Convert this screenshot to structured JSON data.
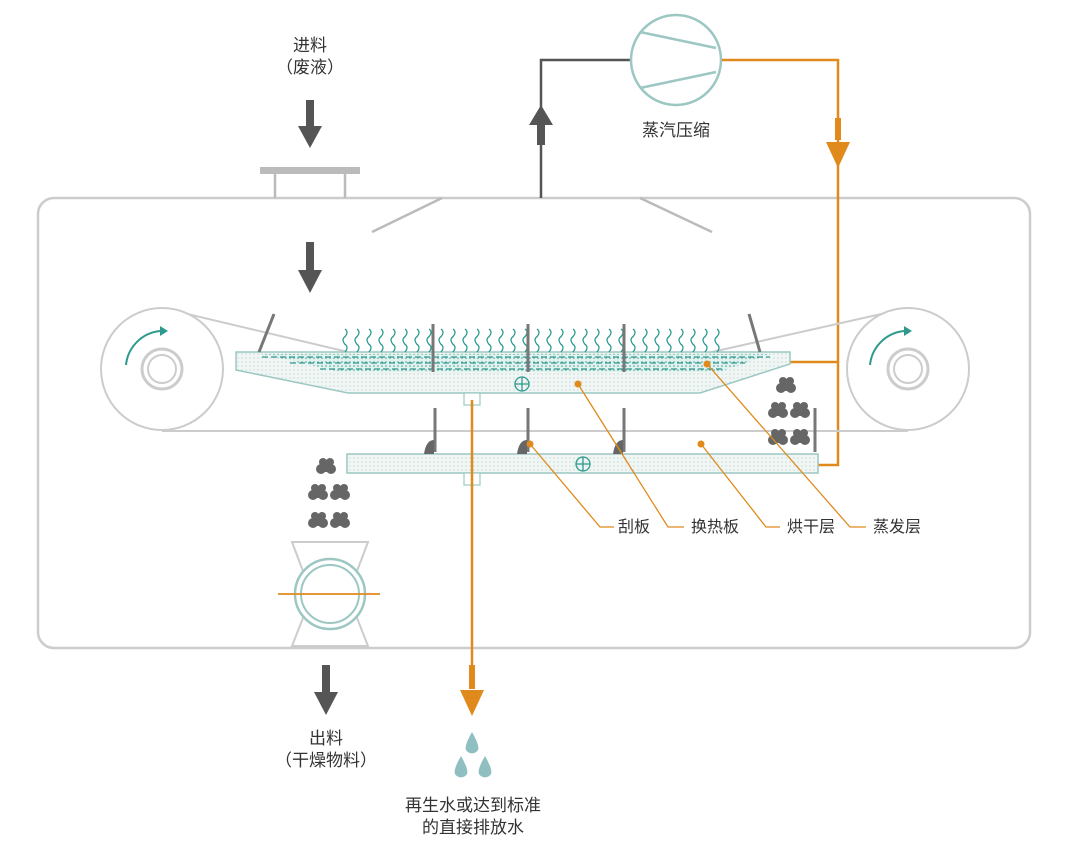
{
  "labels": {
    "feed_line1": "进料",
    "feed_line2": "（废液）",
    "compressor": "蒸汽压缩",
    "scraper": "刮板",
    "heat_plate": "换热板",
    "drying_layer": "烘干层",
    "evap_layer": "蒸发层",
    "output_line1": "出料",
    "output_line2": "（干燥物料）",
    "water_line1": "再生水或达到标准",
    "water_line2": "的直接排放水"
  },
  "colors": {
    "orange": "#E08A1E",
    "teal": "#2E9A8E",
    "light_teal": "#9CC7C2",
    "gray_line": "#C8C8C8",
    "dark_gray": "#555555",
    "particle": "#666666",
    "panel_fill": "#EEF4F3",
    "droplet": "#8FBFC0"
  },
  "icons": {
    "compressor": "compressor-icon",
    "roller": "roller-icon",
    "droplet": "water-droplet-icon",
    "valve": "rotary-valve-icon"
  }
}
